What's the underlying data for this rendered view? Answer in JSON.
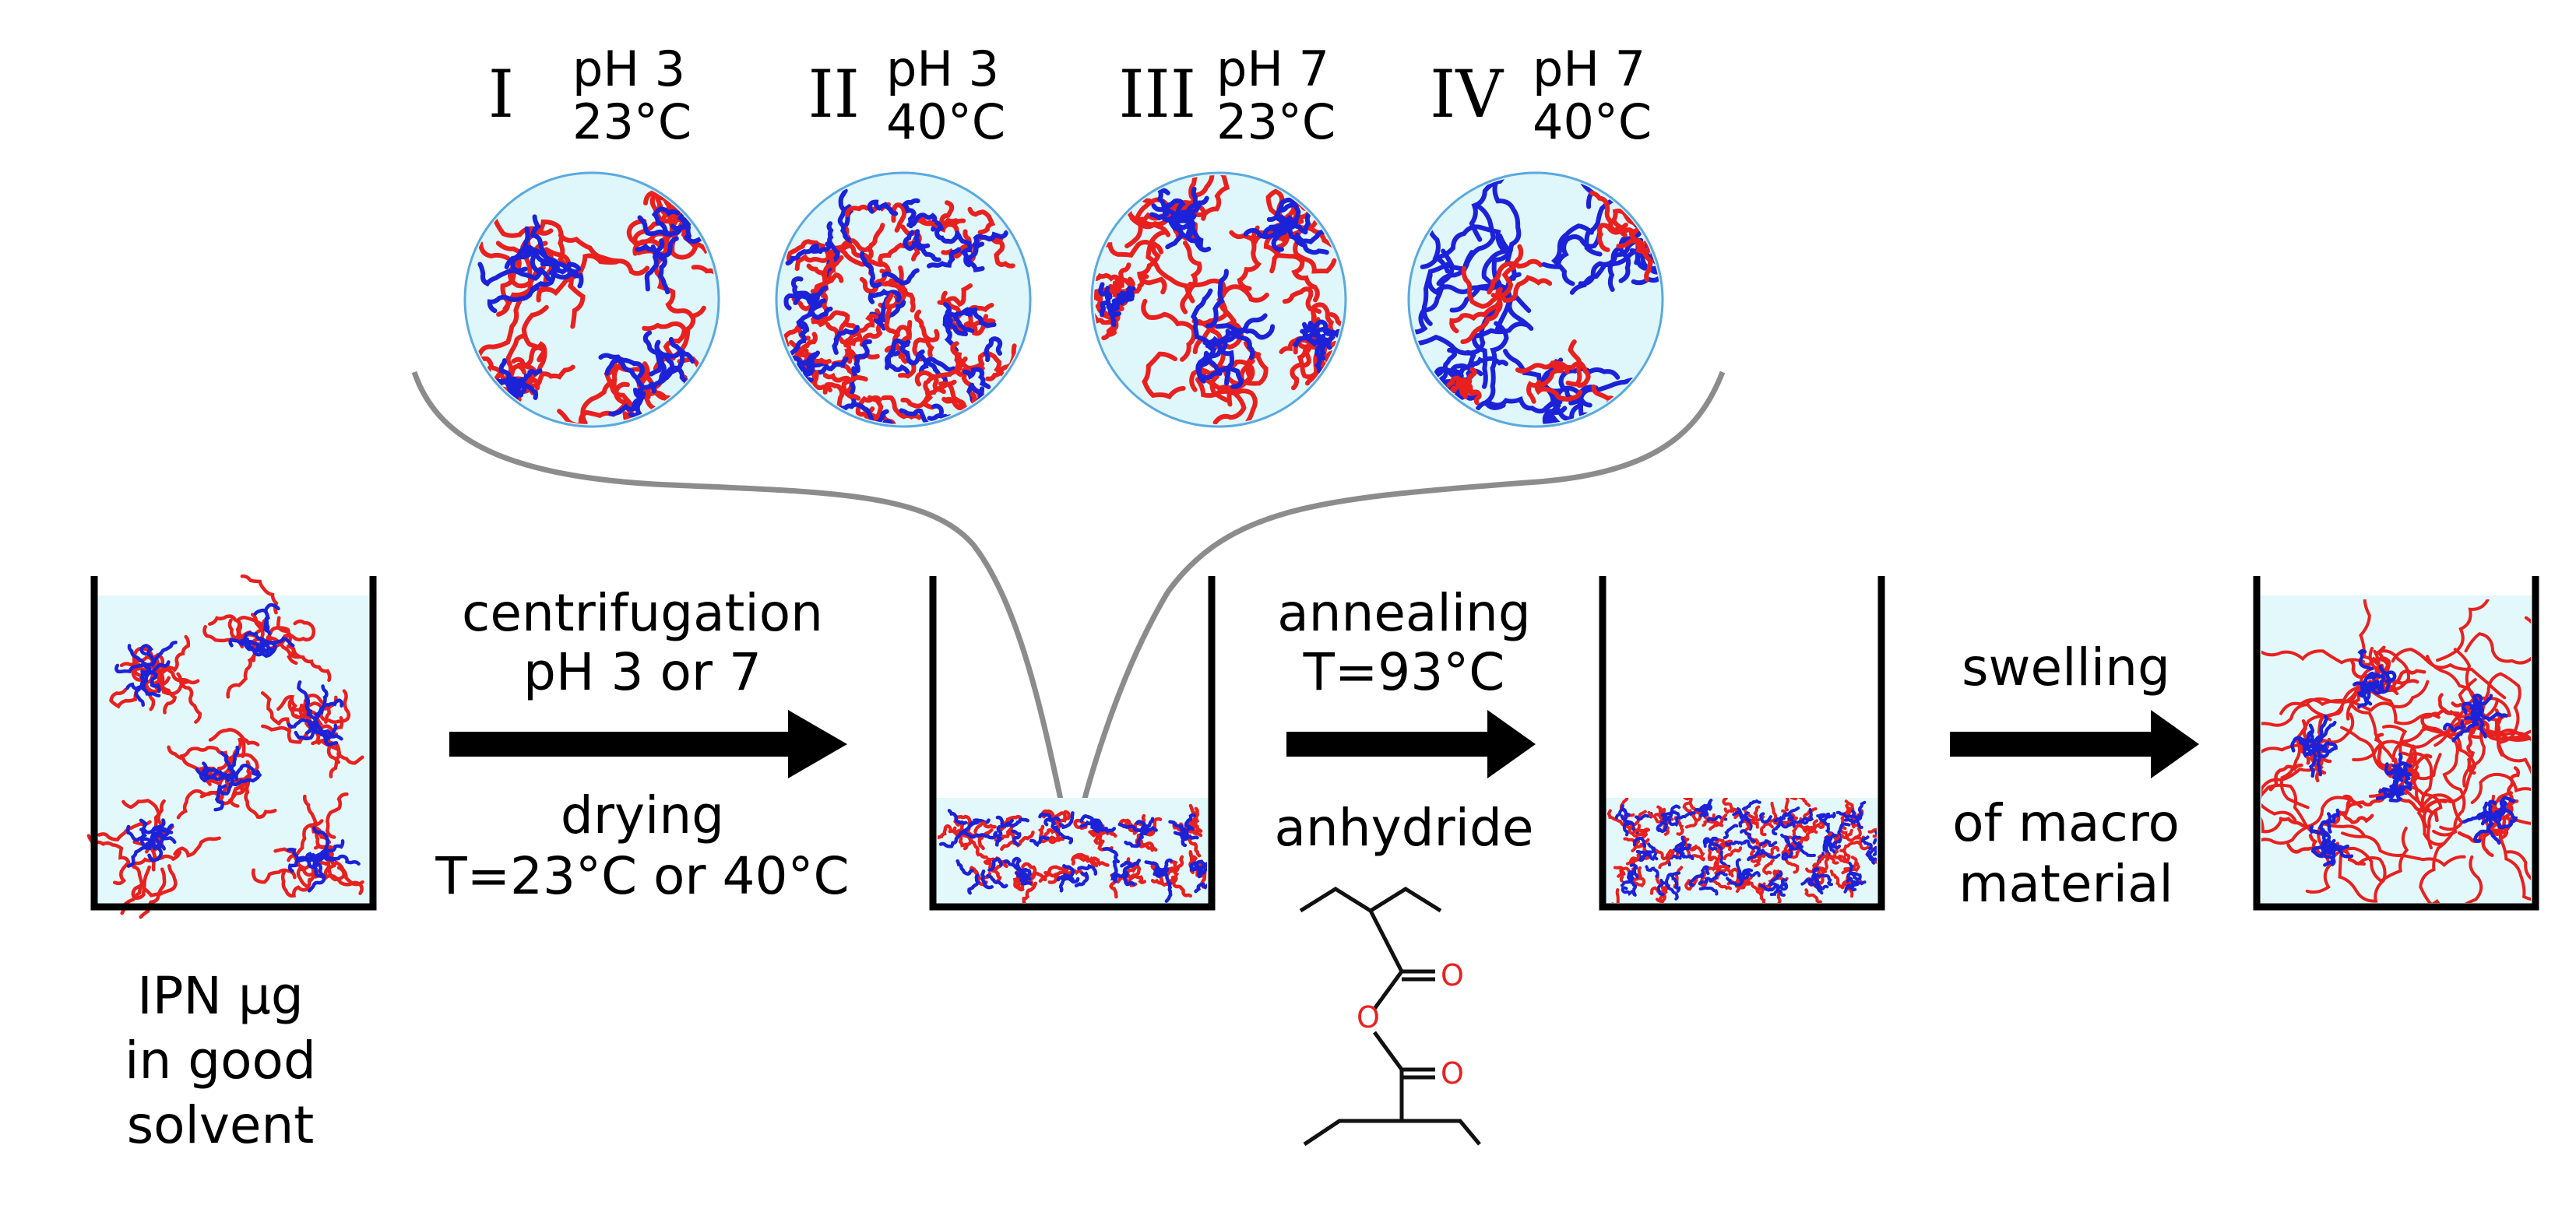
{
  "colors": {
    "red": "#e8211f",
    "blue": "#1c22d8",
    "liquid": "#e3f8fb",
    "circle_fill": "#dff6fa",
    "circle_stroke": "#5aa9df",
    "funnel": "#8c8c8c",
    "oxygen": "#e8211f",
    "bond": "#111111"
  },
  "conditions": [
    {
      "numeral": "I",
      "ph": "pH 3",
      "temp": "23°C"
    },
    {
      "numeral": "II",
      "ph": "pH 3",
      "temp": "40°C"
    },
    {
      "numeral": "III",
      "ph": "pH 7",
      "temp": "23°C"
    },
    {
      "numeral": "IV",
      "ph": "pH 7",
      "temp": "40°C"
    }
  ],
  "step1": {
    "top1": "centrifugation",
    "top2": "pH 3 or 7",
    "bottom1": "drying",
    "bottom2": "T=23°C or 40°C"
  },
  "step2": {
    "top1": "annealing",
    "top2": "T=93°C",
    "bottom1": "anhydride"
  },
  "step3": {
    "top1": "swelling",
    "bottom1": "of macro",
    "bottom2": "material"
  },
  "caption": {
    "line1": "IPN μg",
    "line2": "in good",
    "line3": "solvent"
  },
  "molecule": {
    "atom_o": "O"
  }
}
